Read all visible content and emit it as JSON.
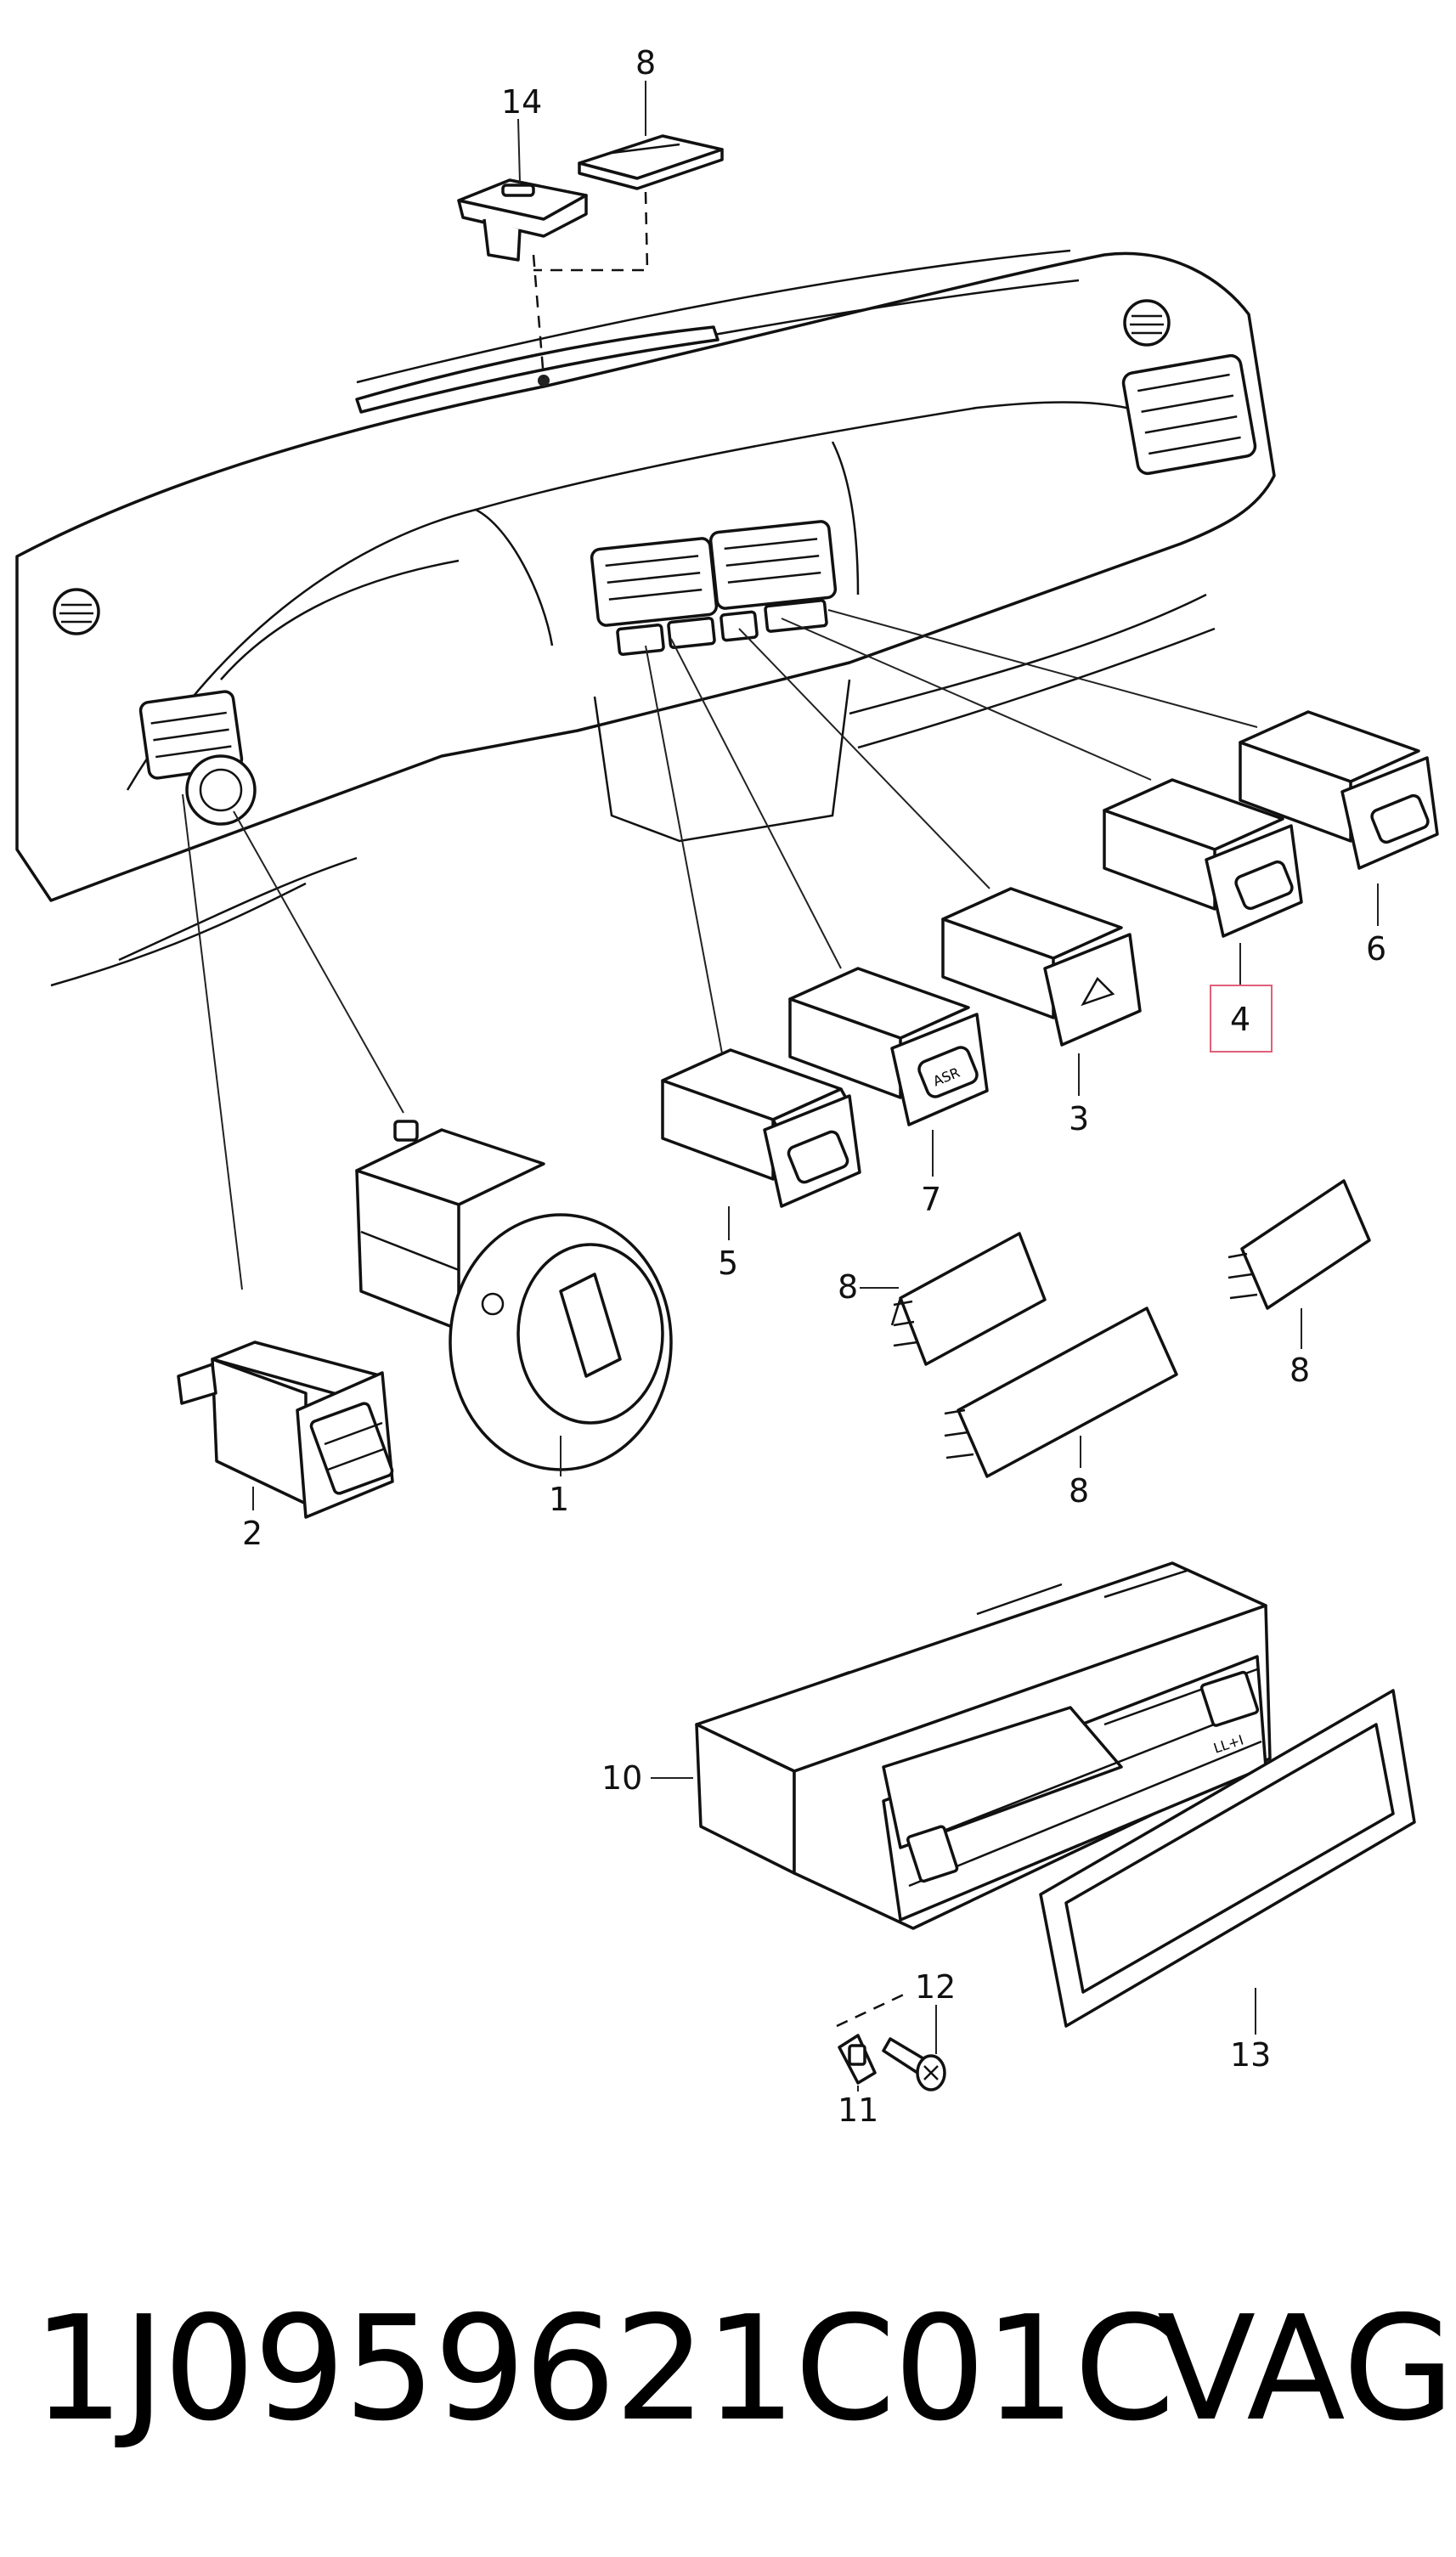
{
  "diagram": {
    "callouts": [
      {
        "id": "c14",
        "text": "14"
      },
      {
        "id": "c8a",
        "text": "8"
      },
      {
        "id": "c6",
        "text": "6"
      },
      {
        "id": "c4",
        "text": "4",
        "highlighted": true
      },
      {
        "id": "c3",
        "text": "3"
      },
      {
        "id": "c7",
        "text": "7"
      },
      {
        "id": "c5",
        "text": "5"
      },
      {
        "id": "c8b",
        "text": "8"
      },
      {
        "id": "c8c",
        "text": "8"
      },
      {
        "id": "c8d",
        "text": "8"
      },
      {
        "id": "c1",
        "text": "1"
      },
      {
        "id": "c2",
        "text": "2"
      },
      {
        "id": "c10",
        "text": "10"
      },
      {
        "id": "c12",
        "text": "12"
      },
      {
        "id": "c13",
        "text": "13"
      },
      {
        "id": "c11",
        "text": "11"
      }
    ],
    "switch_labels": {
      "asr": "ASR",
      "climate": "LL+I"
    },
    "highlight_color": "#e0607a"
  },
  "footer": {
    "part_number": "1J0959621C01C",
    "brand": "VAG"
  }
}
